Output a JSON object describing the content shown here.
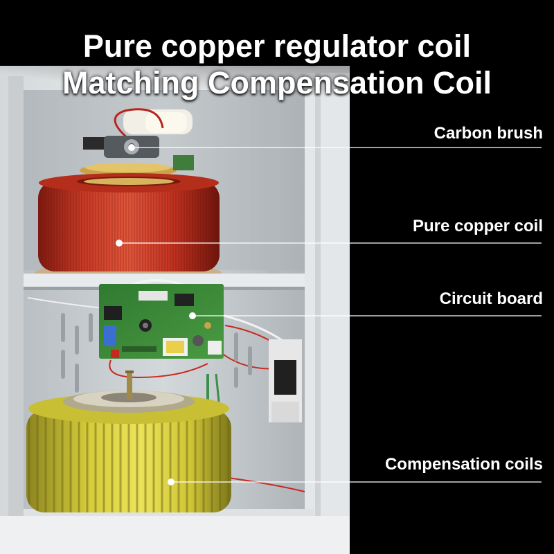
{
  "title": {
    "line1": "Pure copper regulator coil",
    "line2": "Matching Compensation Coil"
  },
  "callouts": [
    {
      "label": "Carbon brush"
    },
    {
      "label": "Pure copper coil"
    },
    {
      "label": "Circuit board"
    },
    {
      "label": "Compensation coils"
    }
  ],
  "colors": {
    "background": "#000000",
    "cabinet": "#e9ebec",
    "copper_coil": "#c8321f",
    "compensation_coil": "#d7cf3a",
    "circuit_board": "#3f8a3a",
    "label_text": "#ffffff"
  }
}
